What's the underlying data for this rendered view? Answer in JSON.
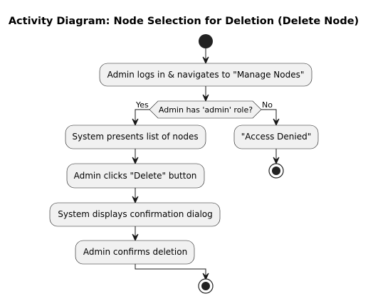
{
  "title": "Activity Diagram: Node Selection for Deletion (Delete Node)",
  "activities": {
    "login": "Admin logs in & navigates to \"Manage Nodes\"",
    "list_nodes": "System presents list of nodes",
    "click_delete": "Admin clicks \"Delete\" button",
    "confirm_dialog": "System displays confirmation dialog",
    "confirm_deletion": "Admin confirms deletion",
    "access_denied": "\"Access Denied\""
  },
  "decision": {
    "question": "Admin has 'admin' role?",
    "yes_label": "Yes",
    "no_label": "No"
  },
  "colors": {
    "node_fill": "#f1f1f1",
    "line": "#181818",
    "start_end": "#222222"
  }
}
